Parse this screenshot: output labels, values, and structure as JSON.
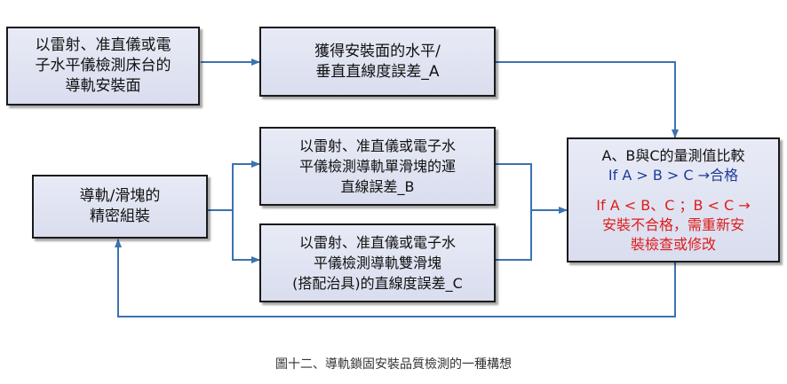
{
  "boxes": {
    "input_laser_bed": [
      "以雷射、准直儀或電",
      "子水平儀檢測床台的",
      "導軌安裝面"
    ],
    "level_error_a": [
      "獲得安裝面的水平/",
      "垂直直線度誤差_A"
    ],
    "assembly": [
      "導軌/滑塊的",
      "精密組裝"
    ],
    "single_block_b": [
      "以雷射、准直儀或電子水",
      "平儀檢測導軌單滑塊的運",
      "直線誤差_B"
    ],
    "double_block_c": [
      "以雷射、准直儀或電子水",
      "平儀檢測導軌雙滑塊",
      "(搭配治具)的直線度誤差_C"
    ],
    "compare": {
      "title": "A、B與C的量測值比較",
      "pass": "If A > B > C →合格",
      "fail": [
        "If A < B、C ；B < C →",
        "安裝不合格，需重新安",
        "裝檢查或修改"
      ]
    }
  },
  "caption": "圖十二、導軌鎖固安裝品質檢測的一種構想",
  "colors": {
    "arrow": "#3c72b0",
    "pass_text": "#1f3b9a",
    "fail_text": "#e01b1b"
  }
}
